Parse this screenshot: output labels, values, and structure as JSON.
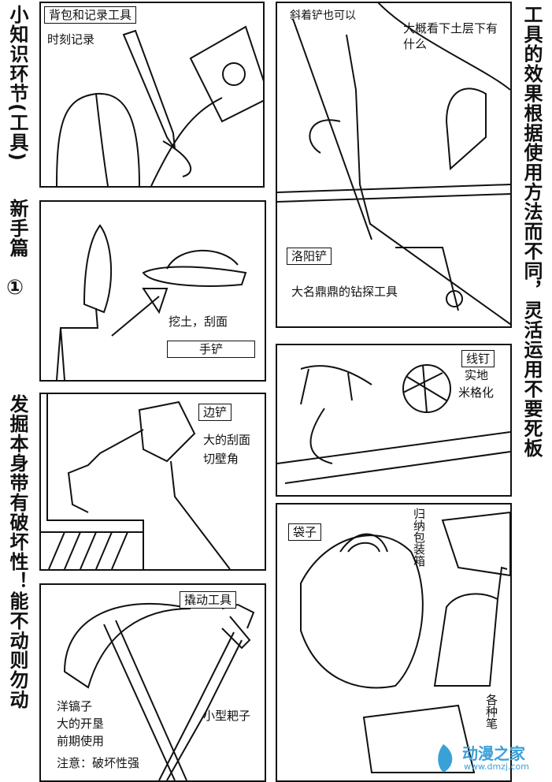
{
  "sidebar_left": {
    "title": "小知识环节(工具)",
    "subtitle": "新手篇",
    "circled_num": "①",
    "tagline": "发掘本身带有破坏性！能不动则勿动"
  },
  "sidebar_right": {
    "text": "工具的效果根据使用方法而不同，灵活运用不要死板"
  },
  "panels": {
    "backpack": {
      "title": "背包和记录工具",
      "note": "时刻记录"
    },
    "luoyang": {
      "note_top": "斜着铲也可以",
      "bubble": "大概看下土层下有什么",
      "title": "洛阳铲",
      "desc": "大名鼎鼎的钻探工具"
    },
    "trowel": {
      "note": "挖土，刮面",
      "title": "手铲"
    },
    "string": {
      "title": "线钉",
      "note1": "实地",
      "note2": "米格化"
    },
    "sideshovel": {
      "title": "边铲",
      "note1": "大的刮面",
      "note2": "切壁角"
    },
    "bag": {
      "title": "袋子",
      "note": "归纳包装箱",
      "note2": "各种笔"
    },
    "pry": {
      "title": "撬动工具",
      "rake": "小型耙子",
      "pick1": "洋镐子",
      "pick2": "大的开垦",
      "pick3": "前期使用",
      "warn": "注意：破坏性强"
    }
  },
  "watermark": {
    "name": "动漫之家",
    "url": "www.dmzj.com",
    "color": "#3aa0d8"
  }
}
